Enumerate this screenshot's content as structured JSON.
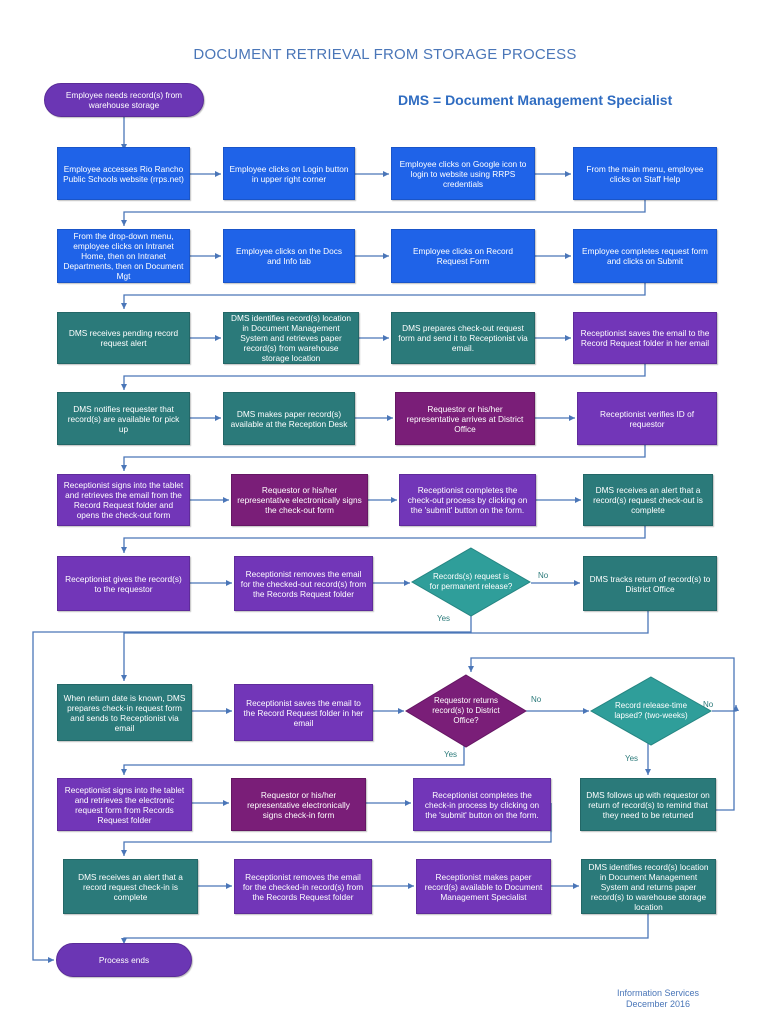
{
  "title": "DOCUMENT RETRIEVAL FROM STORAGE PROCESS",
  "subtitle": "DMS = Document Management Specialist",
  "footer": {
    "line1": "Information Services",
    "line2": "December  2016"
  },
  "colors": {
    "blue": "#1f63e8",
    "teal": "#2b7a7a",
    "purple": "#7236b8",
    "maroon": "#7a1e78",
    "connector": "#4a76b8"
  },
  "nodes": {
    "start": "Employee needs record(s) from warehouse storage",
    "r1c1": "Employee accesses Rio Rancho Public Schools website (rrps.net)",
    "r1c2": "Employee clicks on Login button in upper right corner",
    "r1c3": "Employee clicks on Google icon to login to website using RRPS credentials",
    "r1c4": "From the main menu, employee clicks on Staff Help",
    "r2c1": "From the drop-down menu, employee clicks on Intranet Home, then on Intranet Departments, then on Document Mgt",
    "r2c2": "Employee clicks on the Docs and Info tab",
    "r2c3": "Employee clicks on Record Request Form",
    "r2c4": "Employee completes request form and clicks on Submit",
    "r3c1": "DMS receives pending record request alert",
    "r3c2": "DMS identifies record(s) location in Document Management System and retrieves paper record(s) from warehouse storage location",
    "r3c3": "DMS prepares check-out request form and send it to Receptionist via email.",
    "r3c4": "Receptionist saves the email to the Record Request folder in her email",
    "r4c1": "DMS notifies requester that record(s) are available for pick up",
    "r4c2": "DMS makes paper record(s) available at the Reception Desk",
    "r4c3": "Requestor or his/her representative arrives at District Office",
    "r4c4": "Receptionist verifies ID of requestor",
    "r5c1": "Receptionist signs into the tablet and retrieves the email from the Record Request folder and opens the check-out form",
    "r5c2": "Requestor or his/her representative electronically signs the  check-out form",
    "r5c3": "Receptionist completes the check-out process by clicking on the 'submit' button on the form.",
    "r5c4": "DMS receives an alert that a record(s) request check-out is complete",
    "r6c1": "Receptionist gives the record(s) to the requestor",
    "r6c2": "Receptionist removes the email for the checked-out record(s) from the Records Request folder",
    "d1": "Records(s) request is for permanent release?",
    "r6c4": "DMS tracks return of record(s) to District Office",
    "r7c1": "When return date is known, DMS prepares check-in request form and sends to Receptionist via email",
    "r7c2": "Receptionist saves the email to the Record Request folder in her email",
    "d2": "Requestor  returns record(s) to District Office?",
    "d3": "Record release-time lapsed? (two-weeks)",
    "r8c1": "Receptionist signs into the tablet and retrieves the electronic  request form from Records Request folder",
    "r8c2": "Requestor or his/her representative electronically signs check-in form",
    "r8c3": "Receptionist completes the check-in process by clicking on the 'submit' button on the form.",
    "r8c4": "DMS follows up with requestor on return of record(s) to remind that they need to be returned",
    "r9c1": "DMS receives an alert that a record request check-in is complete",
    "r9c2": "Receptionist removes the email for the checked-in record(s) from the Records Request folder",
    "r9c3": "Receptionist makes paper record(s) available to Document Management Specialist",
    "r9c4": "DMS identifies record(s) location in Document Management System and returns paper record(s) to warehouse storage location",
    "end": "Process ends"
  },
  "edge_labels": {
    "d1_no": "No",
    "d1_yes": "Yes",
    "d2_no": "No",
    "d2_yes": "Yes",
    "d3_no": "No",
    "d3_yes": "Yes"
  }
}
